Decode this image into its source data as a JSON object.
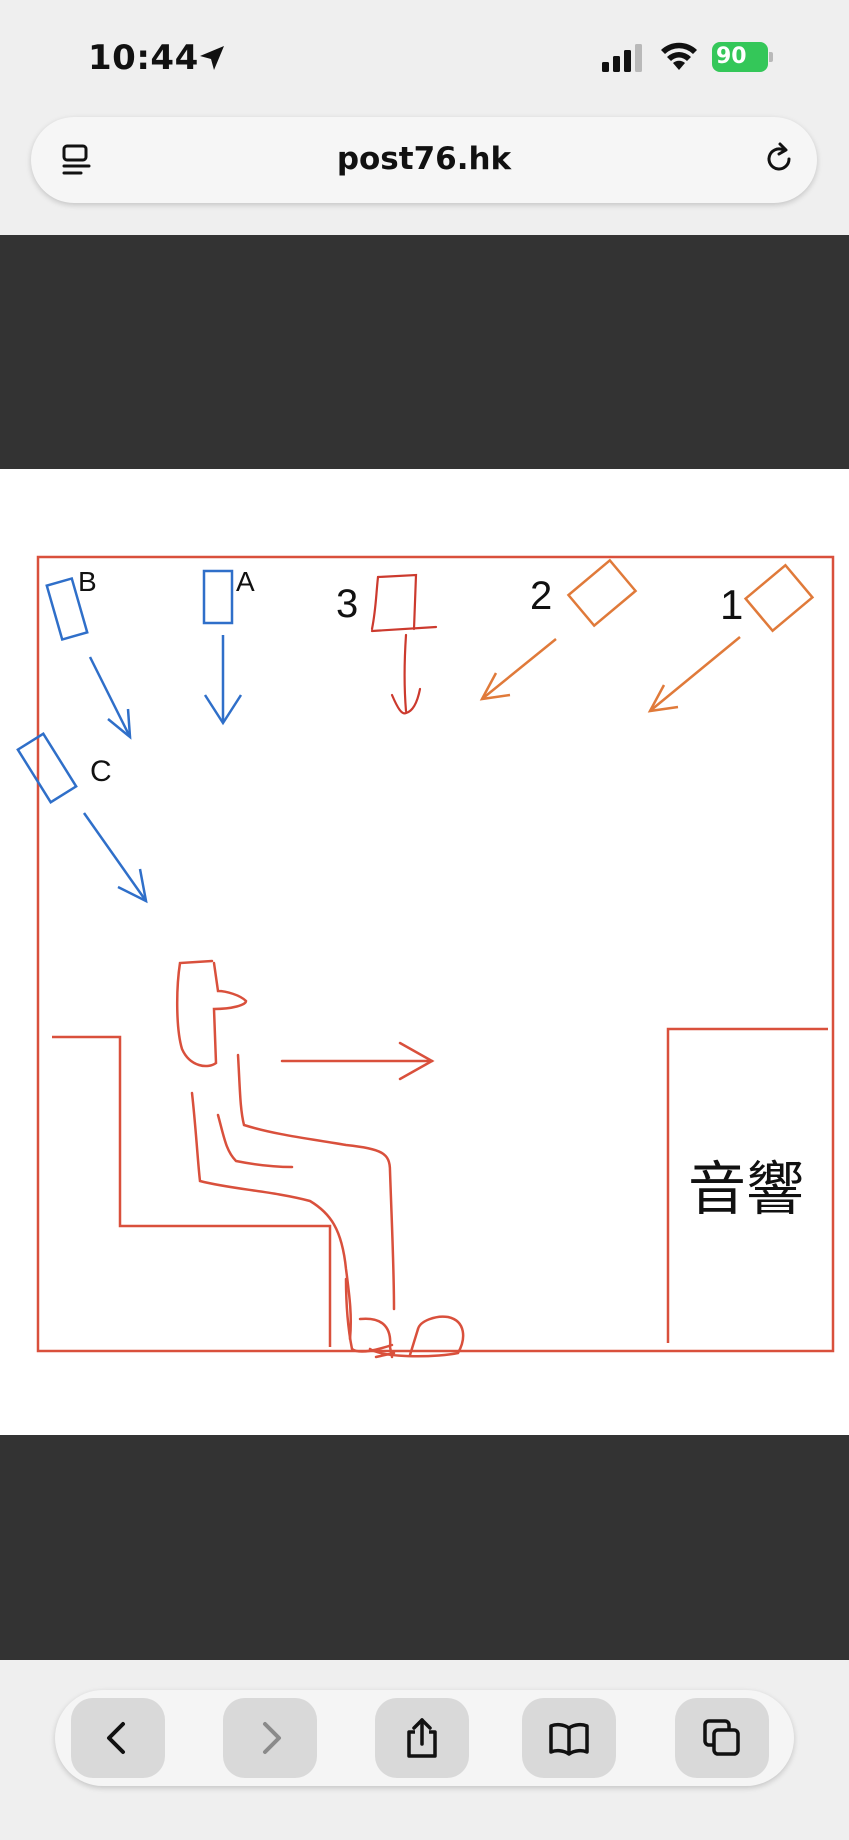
{
  "status_bar": {
    "time": "10:44",
    "battery_level": "90"
  },
  "browser": {
    "url": "post76.hk"
  },
  "diagram": {
    "labels": {
      "A": "A",
      "B": "B",
      "C": "C",
      "one": "1",
      "two": "2",
      "three": "3",
      "speaker": "音響"
    },
    "colors": {
      "room": "#d9503c",
      "blue": "#2f6fc9",
      "orange": "#e07a3a",
      "red": "#cc3a2e"
    }
  },
  "toolbar": {
    "icons": [
      "chevron-left-icon",
      "chevron-right-icon",
      "share-icon",
      "book-icon",
      "tabs-icon"
    ]
  }
}
